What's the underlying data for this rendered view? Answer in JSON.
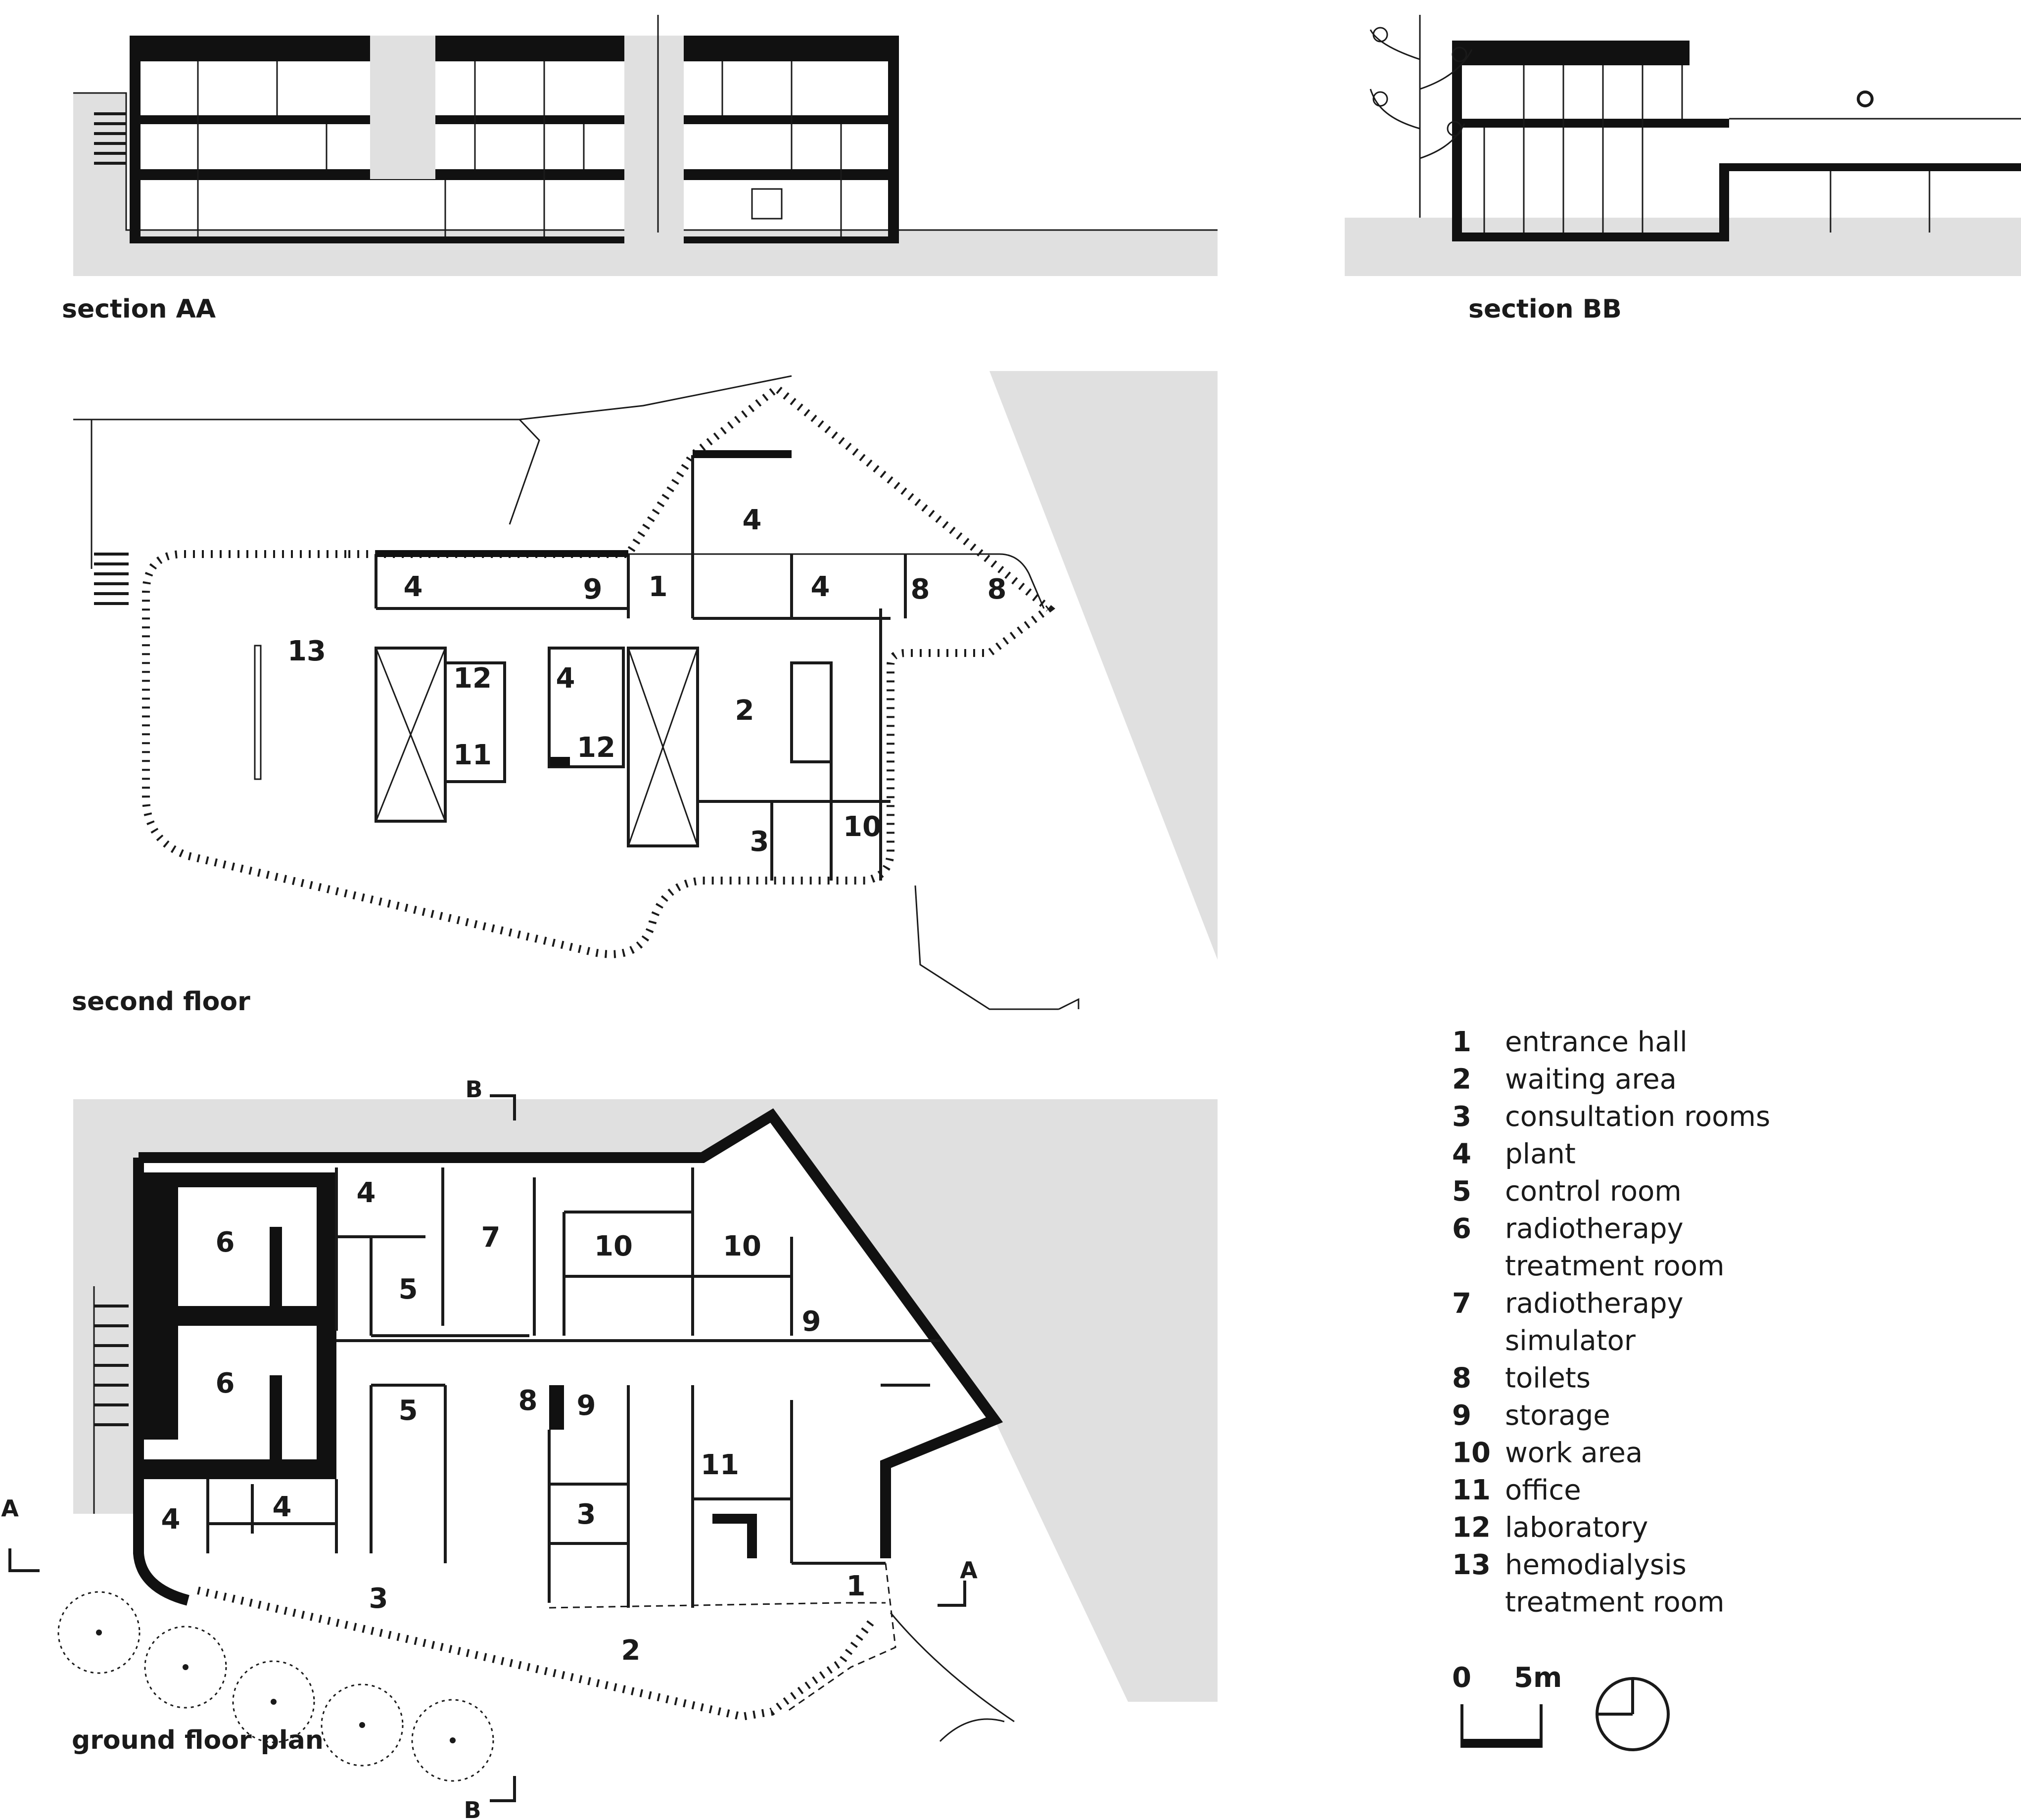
{
  "titles": {
    "section_aa": "section AA",
    "section_bb": "section BB",
    "second_floor": "second floor",
    "ground_floor": "ground floor plan"
  },
  "legend": [
    {
      "num": "1",
      "lines": [
        "entrance hall"
      ]
    },
    {
      "num": "2",
      "lines": [
        "waiting area"
      ]
    },
    {
      "num": "3",
      "lines": [
        "consultation rooms"
      ]
    },
    {
      "num": "4",
      "lines": [
        "plant"
      ]
    },
    {
      "num": "5",
      "lines": [
        "control room"
      ]
    },
    {
      "num": "6",
      "lines": [
        "radiotherapy",
        "treatment room"
      ]
    },
    {
      "num": "7",
      "lines": [
        "radiotherapy",
        "simulator"
      ]
    },
    {
      "num": "8",
      "lines": [
        "toilets"
      ]
    },
    {
      "num": "9",
      "lines": [
        "storage"
      ]
    },
    {
      "num": "10",
      "lines": [
        "work area"
      ]
    },
    {
      "num": "11",
      "lines": [
        "office"
      ]
    },
    {
      "num": "12",
      "lines": [
        "laboratory"
      ]
    },
    {
      "num": "13",
      "lines": [
        "hemodialysis",
        "treatment room"
      ]
    }
  ],
  "scale_bar": {
    "start": "0",
    "end": "5m"
  },
  "section_markers": {
    "a": "A",
    "b": "B"
  },
  "second_floor_rooms": [
    "4",
    "9",
    "1",
    "4",
    "4",
    "8",
    "8",
    "13",
    "12",
    "4",
    "2",
    "12",
    "11",
    "3",
    "10"
  ],
  "ground_floor_rooms": [
    "4",
    "6",
    "7",
    "10",
    "10",
    "5",
    "9",
    "6",
    "5",
    "8",
    "9",
    "11",
    "4",
    "4",
    "3",
    "3",
    "1",
    "2"
  ]
}
